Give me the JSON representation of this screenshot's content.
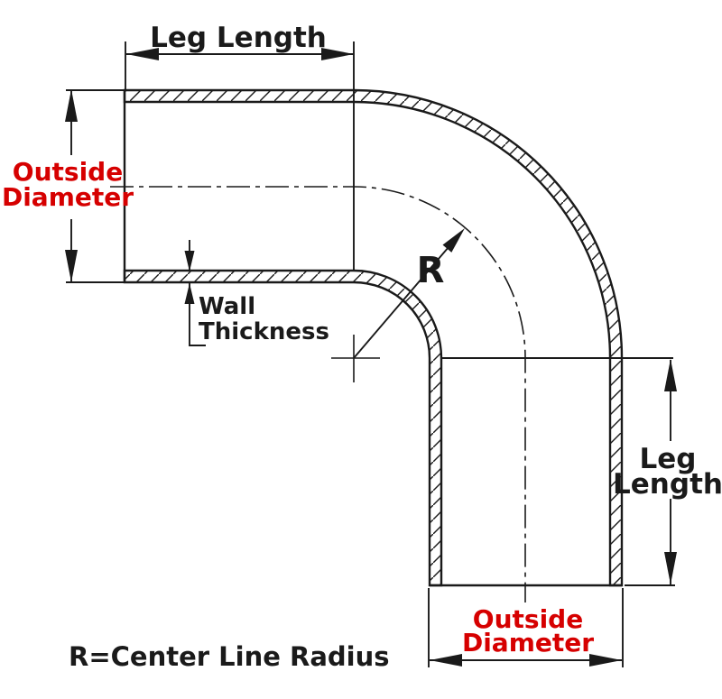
{
  "diagram": {
    "type": "90-degree-elbow-tube-dimension-drawing",
    "labels": {
      "top_leg_length": "Leg Length",
      "left_outside_diameter_line1": "Outside",
      "left_outside_diameter_line2": "Diameter",
      "wall_thickness_line1": "Wall",
      "wall_thickness_line2": "Thickness",
      "radius_symbol": "R",
      "right_leg_length_line1": "Leg",
      "right_leg_length_line2": "Length",
      "bottom_outside_diameter_line1": "Outside",
      "bottom_outside_diameter_line2": "Diameter",
      "footnote": "R=Center Line Radius"
    },
    "colors": {
      "line": "#1a1a1a",
      "accent_red": "#d60000",
      "background": "#ffffff"
    }
  }
}
